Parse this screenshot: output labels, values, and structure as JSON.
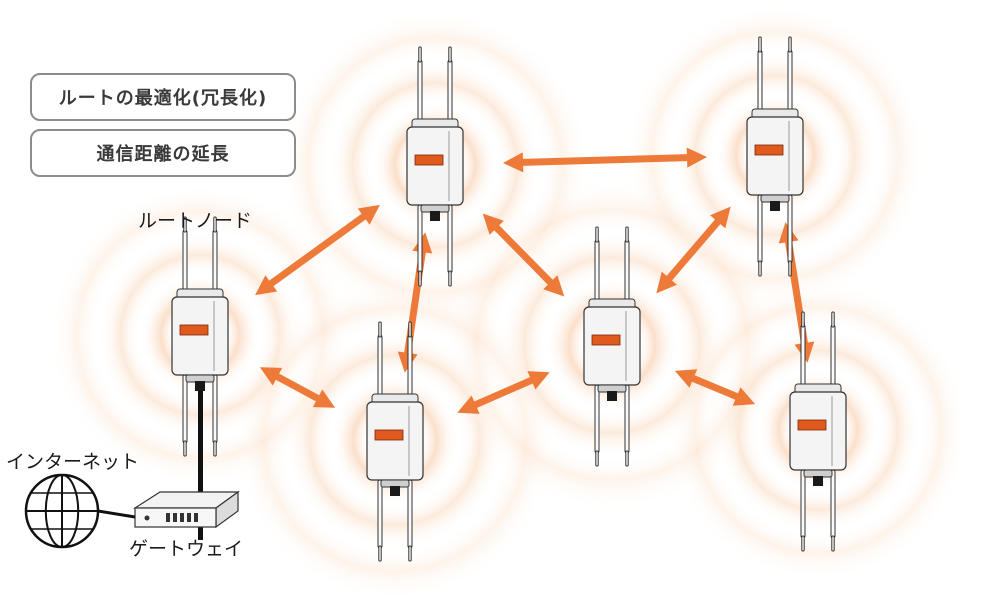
{
  "features": {
    "route_optimization": "ルートの最適化(冗長化)",
    "distance_extension": "通信距離の延長"
  },
  "labels": {
    "root_node": "ルートノード",
    "internet": "インターネット",
    "gateway": "ゲートウェイ"
  },
  "nodes": [
    {
      "id": "root",
      "is_root": true
    },
    {
      "id": "top-center",
      "is_root": false
    },
    {
      "id": "top-right",
      "is_root": false
    },
    {
      "id": "bottom-left",
      "is_root": false
    },
    {
      "id": "center",
      "is_root": false
    },
    {
      "id": "bottom-right",
      "is_root": false
    }
  ],
  "links": [
    {
      "from": "root",
      "to": "top-center"
    },
    {
      "from": "root",
      "to": "bottom-left"
    },
    {
      "from": "top-center",
      "to": "bottom-left"
    },
    {
      "from": "top-center",
      "to": "top-right"
    },
    {
      "from": "top-center",
      "to": "center"
    },
    {
      "from": "bottom-left",
      "to": "center"
    },
    {
      "from": "center",
      "to": "top-right"
    },
    {
      "from": "center",
      "to": "bottom-right"
    },
    {
      "from": "top-right",
      "to": "bottom-right"
    }
  ],
  "colors": {
    "arrow": "#ee7a3a",
    "halo": "#f8c9a2",
    "device": "#f4f4f4",
    "outline": "#333333",
    "brand": "#e05a1e"
  }
}
